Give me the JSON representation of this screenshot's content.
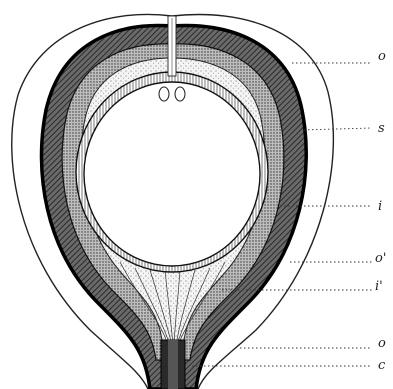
{
  "figure": {
    "labels": {
      "o_top": "o",
      "s": "s",
      "i": "i",
      "o_prime": "o'",
      "i_prime": "i'",
      "o_bottom": "o",
      "c": "c"
    }
  }
}
